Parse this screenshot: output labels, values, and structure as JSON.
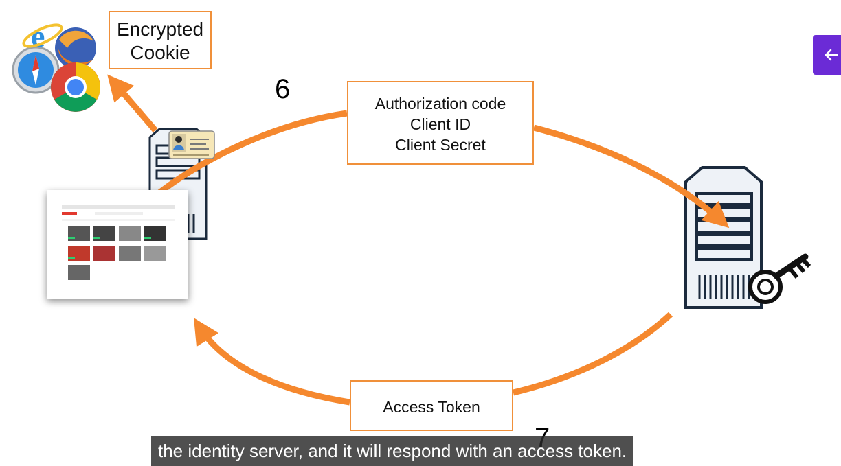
{
  "colors": {
    "arrow": "#f5882e",
    "box_border": "#f0903a",
    "server_fill": "#eef2f7",
    "server_stroke": "#1b2a3d",
    "caption_bg": "#282828",
    "back_button_bg": "#6b2bd6"
  },
  "labels": {
    "cookie_line1": "Encrypted",
    "cookie_line2": "Cookie",
    "auth_line1": "Authorization code",
    "auth_line2": "Client ID",
    "auth_line3": "Client Secret",
    "access_token": "Access Token",
    "step6": "6",
    "step7": "7"
  },
  "caption": "the identity server, and it will respond with an access token.",
  "icons": {
    "browsers": "browser-logos-icon",
    "id_card": "id-card-icon",
    "client_server": "web-server-icon",
    "identity_server": "identity-server-icon",
    "key": "key-icon",
    "back": "arrow-left-icon"
  }
}
